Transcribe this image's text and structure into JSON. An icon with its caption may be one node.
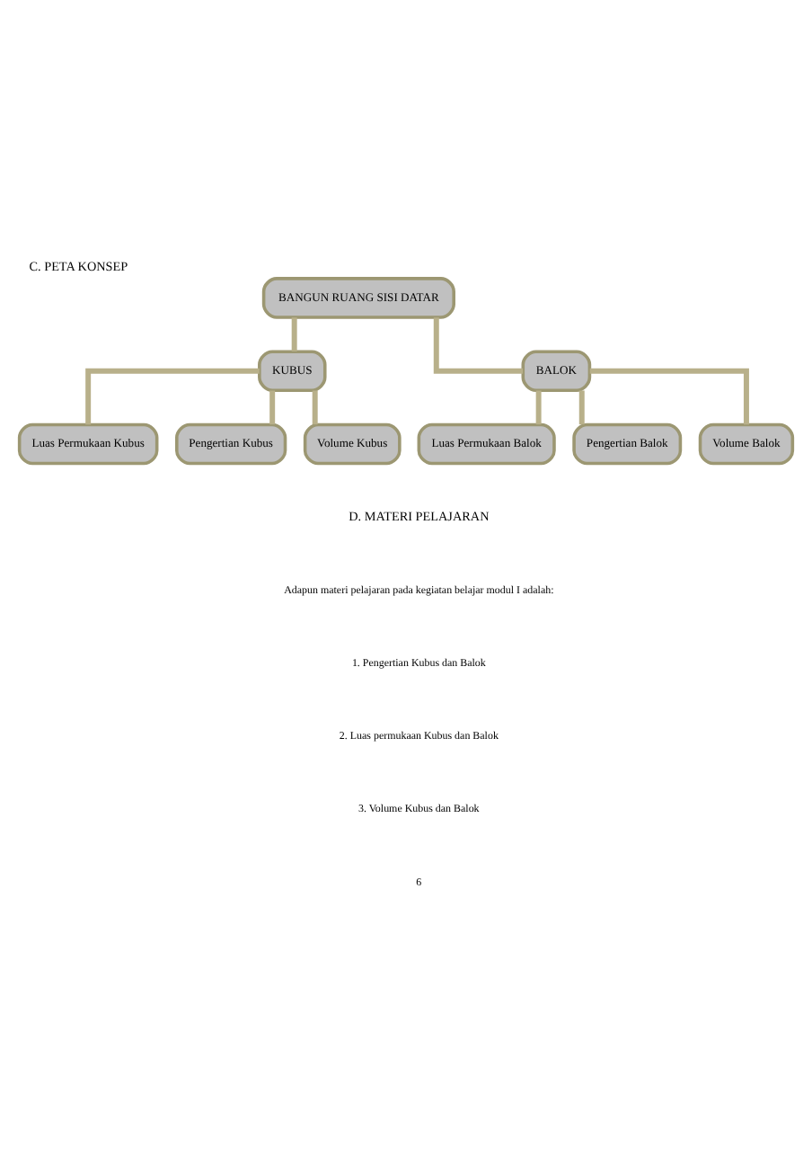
{
  "diagram": {
    "title": "C. PETA KONSEP",
    "nodes": [
      {
        "text": [
          "BANGUN RUANG SISI DATAR"
        ]
      },
      {
        "text": [
          "KUBUS"
        ]
      },
      {
        "text": [
          "BALOK"
        ]
      },
      {
        "text": [
          "Luas Permukaan Kubus"
        ]
      },
      {
        "text": [
          "Pengertian Kubus"
        ]
      },
      {
        "text": [
          "Volume Kubus"
        ]
      },
      {
        "text": [
          "Luas Permukaan Balok"
        ]
      },
      {
        "text": [
          "Pengertian Balok"
        ]
      },
      {
        "text": [
          "Volume Balok"
        ]
      }
    ],
    "edges": [
      {
        "from": 0,
        "to": 1,
        "arrow": "none"
      },
      {
        "from": 0,
        "to": 2,
        "arrow": "none"
      },
      {
        "from": 1,
        "to": 3,
        "arrow": "none"
      },
      {
        "from": 1,
        "to": 4,
        "arrow": "none"
      },
      {
        "from": 1,
        "to": 5,
        "arrow": "none"
      },
      {
        "from": 2,
        "to": 6,
        "arrow": "none"
      },
      {
        "from": 2,
        "to": 7,
        "arrow": "none"
      },
      {
        "from": 2,
        "to": 8,
        "arrow": "none"
      }
    ],
    "labels": [
      "D. MATERI PELAJARAN",
      "Adapun materi pelajaran pada kegiatan belajar modul I adalah:",
      "1. Pengertian Kubus dan Balok",
      "2. Luas permukaan Kubus dan Balok",
      "3. Volume Kubus dan Balok",
      "6"
    ]
  }
}
